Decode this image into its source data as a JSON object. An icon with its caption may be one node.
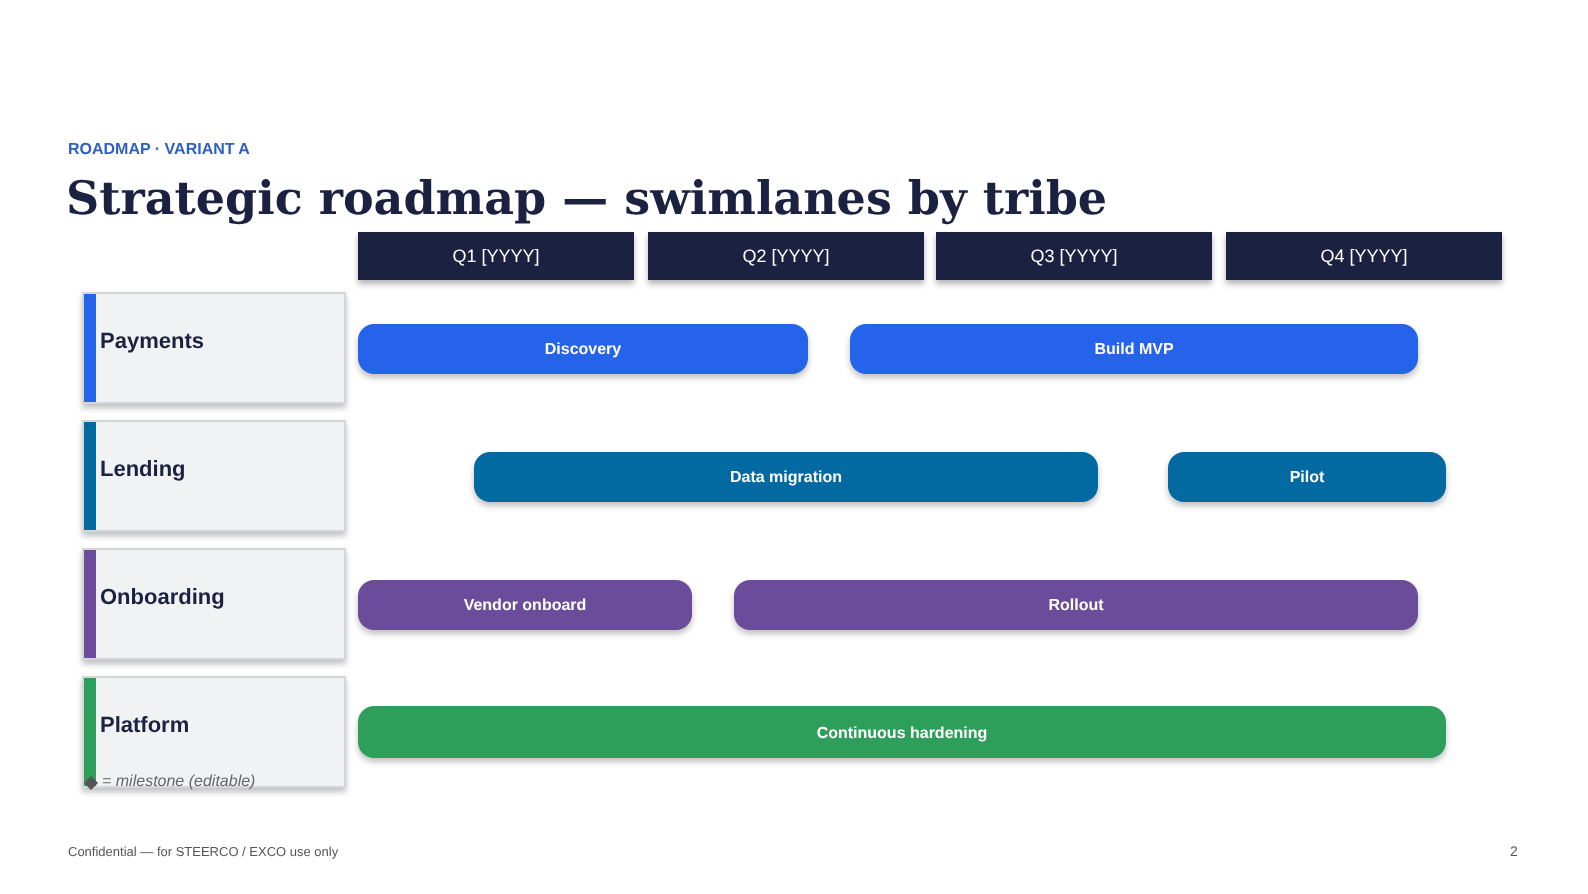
{
  "diagram": {
    "title": "Strategic roadmap — swimlanes by tribe",
    "nodes": [
      {
        "text": [
          "Q1 [YYYY]"
        ]
      },
      {
        "text": [
          "Q2 [YYYY]"
        ]
      },
      {
        "text": [
          "Q3 [YYYY]"
        ]
      },
      {
        "text": [
          "Q4 [YYYY]"
        ]
      },
      {
        "text": [
          "Payments"
        ]
      },
      {
        "text": [
          "Lending"
        ]
      },
      {
        "text": [
          "Onboarding"
        ]
      },
      {
        "text": [
          "Platform"
        ]
      },
      {
        "text": [
          "Discovery"
        ]
      },
      {
        "text": [
          "Build MVP"
        ]
      },
      {
        "text": [
          "Data migration"
        ]
      },
      {
        "text": [
          "Pilot"
        ]
      },
      {
        "text": [
          "Vendor onboard"
        ]
      },
      {
        "text": [
          "Rollout"
        ]
      },
      {
        "text": [
          "Continuous hardening"
        ]
      }
    ],
    "labels": [
      "ROADMAP · VARIANT A",
      "Confidential — for STEERCO / EXCO use only",
      "2"
    ],
    "legend": [
      {
        "text": "= milestone (editable)"
      }
    ]
  }
}
